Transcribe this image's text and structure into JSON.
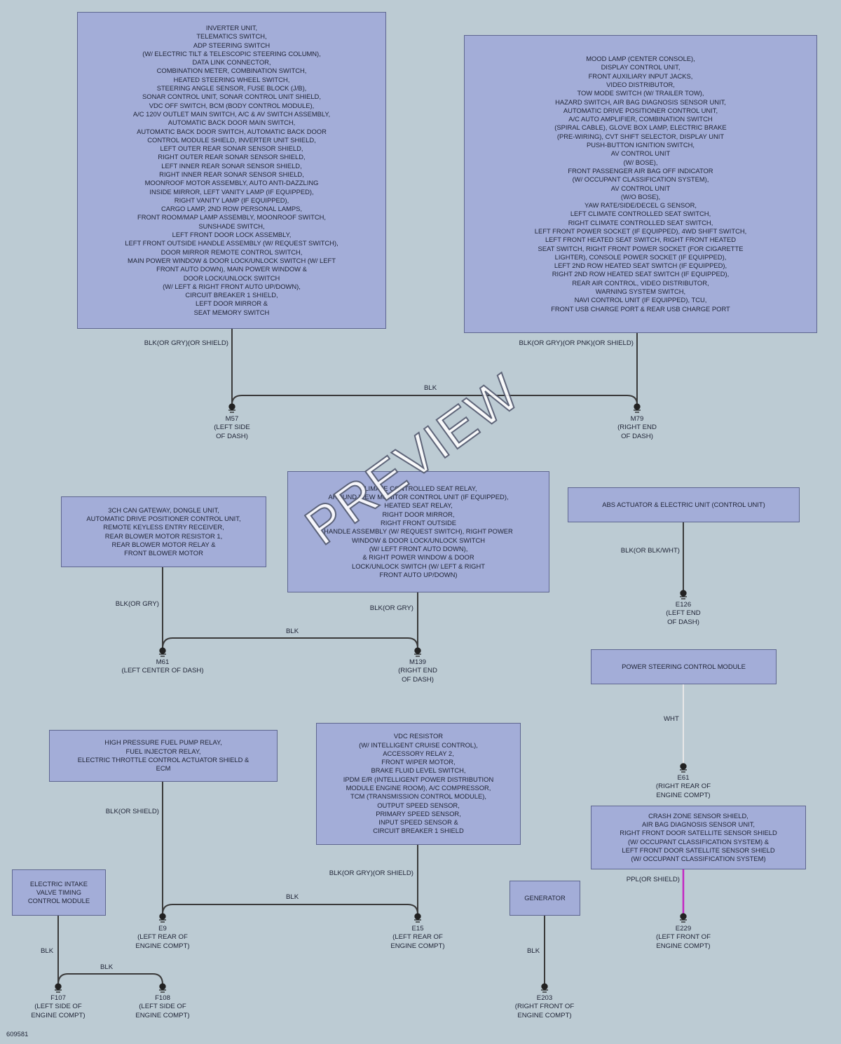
{
  "figure_id": "609581",
  "watermark": "PREVIEW",
  "colors": {
    "background": "#bccbd3",
    "box_fill": "#a3add8",
    "box_border": "#5e6690",
    "wire_blk": "#3a3a3a",
    "wire_wht": "#e8e8e8",
    "wire_ppl": "#c326c3"
  },
  "components": [
    {
      "id": "box-inverter-unit",
      "lines": [
        "INVERTER UNIT,",
        "TELEMATICS SWITCH,",
        "ADP STEERING SWITCH",
        "(W/ ELECTRIC TILT & TELESCOPIC STEERING COLUMN),",
        "DATA LINK CONNECTOR,",
        "COMBINATION METER, COMBINATION SWITCH,",
        "HEATED STEERING WHEEL SWITCH,",
        "STEERING ANGLE SENSOR, FUSE BLOCK (J/B),",
        "SONAR CONTROL UNIT, SONAR CONTROL UNIT SHIELD,",
        "VDC OFF SWITCH, BCM (BODY CONTROL MODULE),",
        "A/C 120V OUTLET MAIN SWITCH, A/C & AV SWITCH ASSEMBLY,",
        "AUTOMATIC BACK DOOR MAIN SWITCH,",
        "AUTOMATIC BACK DOOR SWITCH, AUTOMATIC BACK DOOR",
        "CONTROL MODULE SHIELD, INVERTER UNIT SHIELD,",
        "LEFT OUTER REAR SONAR SENSOR SHIELD,",
        "RIGHT OUTER REAR SONAR SENSOR SHIELD,",
        "LEFT INNER REAR SONAR SENSOR SHIELD,",
        "RIGHT INNER REAR SONAR SENSOR SHIELD,",
        "MOONROOF MOTOR ASSEMBLY, AUTO ANTI-DAZZLING",
        "INSIDE MIRROR, LEFT VANITY LAMP (IF EQUIPPED),",
        "RIGHT VANITY LAMP (IF EQUIPPED),",
        "CARGO LAMP, 2ND ROW PERSONAL LAMPS,",
        "FRONT ROOM/MAP LAMP ASSEMBLY, MOONROOF SWITCH,",
        "SUNSHADE SWITCH,",
        "LEFT FRONT DOOR LOCK ASSEMBLY,",
        "LEFT FRONT OUTSIDE HANDLE ASSEMBLY (W/ REQUEST SWITCH),",
        "DOOR MIRROR REMOTE CONTROL SWITCH,",
        "MAIN POWER WINDOW & DOOR LOCK/UNLOCK SWITCH (W/ LEFT",
        "FRONT AUTO DOWN), MAIN POWER WINDOW &",
        "DOOR LOCK/UNLOCK SWITCH",
        "(W/ LEFT & RIGHT FRONT AUTO UP/DOWN),",
        "CIRCUIT BREAKER 1 SHIELD,",
        "LEFT DOOR MIRROR &",
        "SEAT MEMORY SWITCH"
      ]
    },
    {
      "id": "box-mood-lamp",
      "lines": [
        "MOOD LAMP (CENTER CONSOLE),",
        "DISPLAY CONTROL UNIT,",
        "FRONT AUXILIARY INPUT JACKS,",
        "VIDEO DISTRIBUTOR,",
        "TOW MODE SWITCH (W/ TRAILER TOW),",
        "HAZARD SWITCH, AIR BAG DIAGNOSIS SENSOR UNIT,",
        "AUTOMATIC DRIVE POSITIONER CONTROL UNIT,",
        "A/C AUTO AMPLIFIER, COMBINATION SWITCH",
        "(SPIRAL CABLE), GLOVE BOX LAMP, ELECTRIC BRAKE",
        "(PRE-WIRING), CVT SHIFT SELECTOR, DISPLAY UNIT",
        "PUSH-BUTTON IGNITION SWITCH,",
        "AV CONTROL UNIT",
        "(W/ BOSE),",
        "FRONT PASSENGER AIR BAG OFF INDICATOR",
        "(W/ OCCUPANT CLASSIFICATION SYSTEM),",
        "AV CONTROL UNIT",
        "(W/O BOSE),",
        "YAW RATE/SIDE/DECEL G SENSOR,",
        "LEFT CLIMATE CONTROLLED SEAT SWITCH,",
        "RIGHT CLIMATE CONTROLLED SEAT SWITCH,",
        "LEFT FRONT POWER SOCKET (IF EQUIPPED), 4WD SHIFT SWITCH,",
        "LEFT FRONT HEATED SEAT SWITCH, RIGHT FRONT HEATED",
        "SEAT SWITCH, RIGHT FRONT POWER SOCKET (FOR CIGARETTE",
        "LIGHTER), CONSOLE POWER SOCKET (IF EQUIPPED),",
        "LEFT 2ND ROW HEATED SEAT SWITCH (IF EQUIPPED),",
        "RIGHT 2ND ROW HEATED SEAT SWITCH (IF EQUIPPED),",
        "REAR AIR CONTROL, VIDEO DISTRIBUTOR,",
        "WARNING SYSTEM SWITCH,",
        "NAVI CONTROL UNIT (IF EQUIPPED), TCU,",
        "FRONT USB CHARGE PORT & REAR USB CHARGE PORT"
      ]
    },
    {
      "id": "box-3ch-can-gateway",
      "lines": [
        "3CH CAN GATEWAY, DONGLE UNIT,",
        "AUTOMATIC DRIVE POSITIONER CONTROL UNIT,",
        "REMOTE KEYLESS ENTRY RECEIVER,",
        "REAR BLOWER MOTOR RESISTOR 1,",
        "REAR BLOWER MOTOR RELAY &",
        "FRONT BLOWER MOTOR"
      ]
    },
    {
      "id": "box-climate-seat-relay",
      "lines": [
        "CLIMATE CONTROLLED SEAT RELAY,",
        "AROUND VIEW MONITOR CONTROL UNIT (IF EQUIPPED),",
        "HEATED SEAT RELAY,",
        "RIGHT DOOR MIRROR,",
        "RIGHT FRONT OUTSIDE",
        "HANDLE ASSEMBLY (W/ REQUEST SWITCH), RIGHT POWER",
        "WINDOW & DOOR LOCK/UNLOCK SWITCH",
        "(W/ LEFT FRONT AUTO DOWN),",
        "& RIGHT POWER WINDOW & DOOR",
        "LOCK/UNLOCK SWITCH (W/ LEFT & RIGHT",
        "FRONT AUTO UP/DOWN)"
      ]
    },
    {
      "id": "box-abs-actuator",
      "lines": [
        "ABS ACTUATOR & ELECTRIC UNIT (CONTROL UNIT)"
      ]
    },
    {
      "id": "box-power-steering",
      "lines": [
        "POWER STEERING CONTROL MODULE"
      ]
    },
    {
      "id": "box-fuel-pump-relay",
      "lines": [
        "HIGH PRESSURE FUEL PUMP RELAY,",
        "FUEL INJECTOR RELAY,",
        "ELECTRIC THROTTLE CONTROL ACTUATOR SHIELD &",
        "ECM"
      ]
    },
    {
      "id": "box-vdc-resistor",
      "lines": [
        "VDC RESISTOR",
        "(W/ INTELLIGENT CRUISE CONTROL),",
        "ACCESSORY RELAY 2,",
        "FRONT WIPER MOTOR,",
        "BRAKE FLUID LEVEL SWITCH,",
        "IPDM E/R (INTELLIGENT POWER DISTRIBUTION",
        "MODULE ENGINE ROOM), A/C COMPRESSOR,",
        "TCM (TRANSMISSION CONTROL MODULE),",
        "OUTPUT SPEED SENSOR,",
        "PRIMARY SPEED SENSOR,",
        "INPUT SPEED SENSOR &",
        "CIRCUIT BREAKER 1 SHIELD"
      ]
    },
    {
      "id": "box-crash-zone",
      "lines": [
        "CRASH ZONE SENSOR SHIELD,",
        "AIR BAG DIAGNOSIS SENSOR UNIT,",
        "RIGHT FRONT DOOR SATELLITE SENSOR SHIELD",
        "(W/ OCCUPANT CLASSIFICATION SYSTEM) &",
        "LEFT FRONT DOOR SATELLITE SENSOR SHIELD",
        "(W/ OCCUPANT CLASSIFICATION SYSTEM)"
      ]
    },
    {
      "id": "box-electric-intake",
      "lines": [
        "ELECTRIC INTAKE",
        "VALVE TIMING",
        "CONTROL MODULE"
      ]
    },
    {
      "id": "box-generator",
      "lines": [
        "GENERATOR"
      ]
    }
  ],
  "grounds": [
    {
      "id": "m57",
      "lines": [
        "M57",
        "(LEFT SIDE",
        "OF DASH)"
      ]
    },
    {
      "id": "m79",
      "lines": [
        "M79",
        "(RIGHT END",
        "OF DASH)"
      ]
    },
    {
      "id": "m61",
      "lines": [
        "M61",
        "(LEFT CENTER OF DASH)"
      ]
    },
    {
      "id": "m139",
      "lines": [
        "M139",
        "(RIGHT END",
        "OF DASH)"
      ]
    },
    {
      "id": "e126",
      "lines": [
        "E126",
        "(LEFT END",
        "OF DASH)"
      ]
    },
    {
      "id": "e61",
      "lines": [
        "E61",
        "(RIGHT REAR OF",
        "ENGINE COMPT)"
      ]
    },
    {
      "id": "e9",
      "lines": [
        "E9",
        "(LEFT REAR OF",
        "ENGINE COMPT)"
      ]
    },
    {
      "id": "e15",
      "lines": [
        "E15",
        "(LEFT REAR OF",
        "ENGINE COMPT)"
      ]
    },
    {
      "id": "e229",
      "lines": [
        "E229",
        "(LEFT FRONT OF",
        "ENGINE COMPT)"
      ]
    },
    {
      "id": "f107",
      "lines": [
        "F107",
        "(LEFT SIDE OF",
        "ENGINE COMPT)"
      ]
    },
    {
      "id": "f108",
      "lines": [
        "F108",
        "(LEFT SIDE OF",
        "ENGINE COMPT)"
      ]
    },
    {
      "id": "e203",
      "lines": [
        "E203",
        "(RIGHT FRONT OF",
        "ENGINE COMPT)"
      ]
    }
  ],
  "wire_labels": [
    {
      "id": "w1",
      "lines": [
        "BLK",
        "(OR GRY)",
        "(OR SHIELD)"
      ]
    },
    {
      "id": "w2",
      "lines": [
        "BLK",
        "(OR GRY)",
        "(OR PNK)",
        "(OR SHIELD)"
      ]
    },
    {
      "id": "w3",
      "lines": [
        "BLK"
      ]
    },
    {
      "id": "w4",
      "lines": [
        "BLK",
        "(OR GRY)"
      ]
    },
    {
      "id": "w5",
      "lines": [
        "BLK",
        "(OR GRY)"
      ]
    },
    {
      "id": "w6",
      "lines": [
        "BLK"
      ]
    },
    {
      "id": "w7",
      "lines": [
        "BLK",
        "(OR BLK/WHT)"
      ]
    },
    {
      "id": "w8",
      "lines": [
        "WHT"
      ]
    },
    {
      "id": "w9",
      "lines": [
        "BLK",
        "(OR SHIELD)"
      ]
    },
    {
      "id": "w10",
      "lines": [
        "BLK",
        "(OR GRY)",
        "(OR SHIELD)"
      ]
    },
    {
      "id": "w11",
      "lines": [
        "BLK"
      ]
    },
    {
      "id": "w12",
      "lines": [
        "PPL",
        "(OR SHIELD)"
      ]
    },
    {
      "id": "w13",
      "lines": [
        "BLK"
      ]
    },
    {
      "id": "w14",
      "lines": [
        "BLK"
      ]
    },
    {
      "id": "w15",
      "lines": [
        "BLK"
      ]
    }
  ]
}
